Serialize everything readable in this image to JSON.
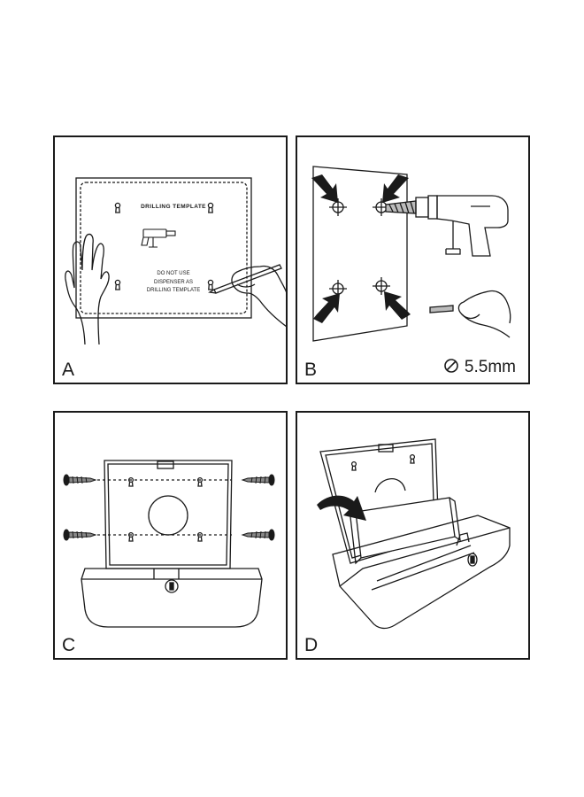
{
  "panels": [
    {
      "label": "A",
      "template_title": "DRILLING TEMPLATE",
      "template_note": [
        "DO NOT USE",
        "DISPENSER AS",
        "DRILLING TEMPLATE"
      ]
    },
    {
      "label": "B",
      "drill_size": "5.5mm"
    },
    {
      "label": "C"
    },
    {
      "label": "D"
    }
  ],
  "colors": {
    "line": "#1a1a1a",
    "background": "#ffffff"
  },
  "icons": [
    "hand-icon",
    "pen-icon",
    "drill-icon",
    "crosshair-icon",
    "screw-icon",
    "arrow-icon",
    "keyhole-icon",
    "lock-icon",
    "no-diameter-icon"
  ]
}
